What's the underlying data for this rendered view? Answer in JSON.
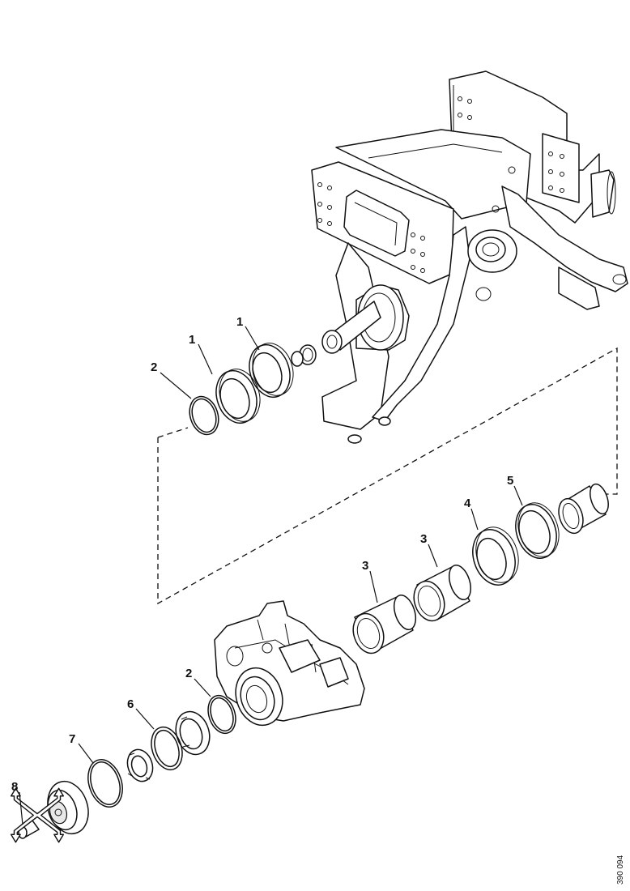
{
  "callouts": {
    "c1a": "1",
    "c1b": "1",
    "c2a": "2",
    "c2b": "2",
    "c3a": "3",
    "c3b": "3",
    "c4": "4",
    "c5": "5",
    "c6": "6",
    "c7": "7",
    "c8": "8"
  },
  "reference_code": "390 094"
}
